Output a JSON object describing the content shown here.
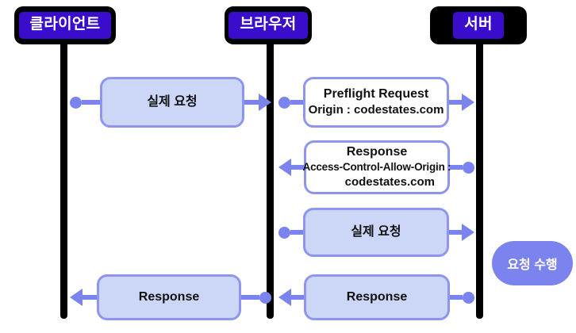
{
  "diagram": {
    "title": "CORS Preflight Sequence Diagram",
    "colors": {
      "actor_outline": "#000000",
      "actor_fill": "#3a0ccc",
      "actor_text": "#ffffff",
      "lifeline": "#000000",
      "connector": "#7b83ef",
      "box_border": "#8d95f0",
      "box_fill": "#ccd7f8",
      "box_plain_fill": "#ffffff",
      "badge_fill": "#7b83ef",
      "background": "#ffffff"
    }
  },
  "actors": [
    {
      "id": "client",
      "label": "클라이언트"
    },
    {
      "id": "browser",
      "label": "브라우저"
    },
    {
      "id": "server",
      "label": "서버"
    }
  ],
  "messages": [
    {
      "id": "client-actual-request",
      "lane": "client-browser",
      "row": 1,
      "title": "실제 요청",
      "sub": "",
      "sub2": "",
      "direction": "right",
      "style": "filled"
    },
    {
      "id": "preflight-request",
      "lane": "browser-server",
      "row": 1,
      "title": "Preflight Request",
      "sub": "Origin : codestates.com",
      "sub2": "",
      "direction": "right",
      "style": "plain"
    },
    {
      "id": "preflight-response",
      "lane": "browser-server",
      "row": 2,
      "title": "Response",
      "sub": "Access-Control-Allow-Origin :",
      "sub2": "codestates.com",
      "direction": "left",
      "style": "plain"
    },
    {
      "id": "browser-actual-request",
      "lane": "browser-server",
      "row": 3,
      "title": "실제 요청",
      "sub": "",
      "sub2": "",
      "direction": "right",
      "style": "filled"
    },
    {
      "id": "client-response",
      "lane": "client-browser",
      "row": 4,
      "title": "Response",
      "sub": "",
      "sub2": "",
      "direction": "left",
      "style": "filled"
    },
    {
      "id": "server-response",
      "lane": "browser-server",
      "row": 4,
      "title": "Response",
      "sub": "",
      "sub2": "",
      "direction": "left",
      "style": "filled"
    }
  ],
  "badge": {
    "id": "request-execute",
    "label": "요청 수행"
  }
}
